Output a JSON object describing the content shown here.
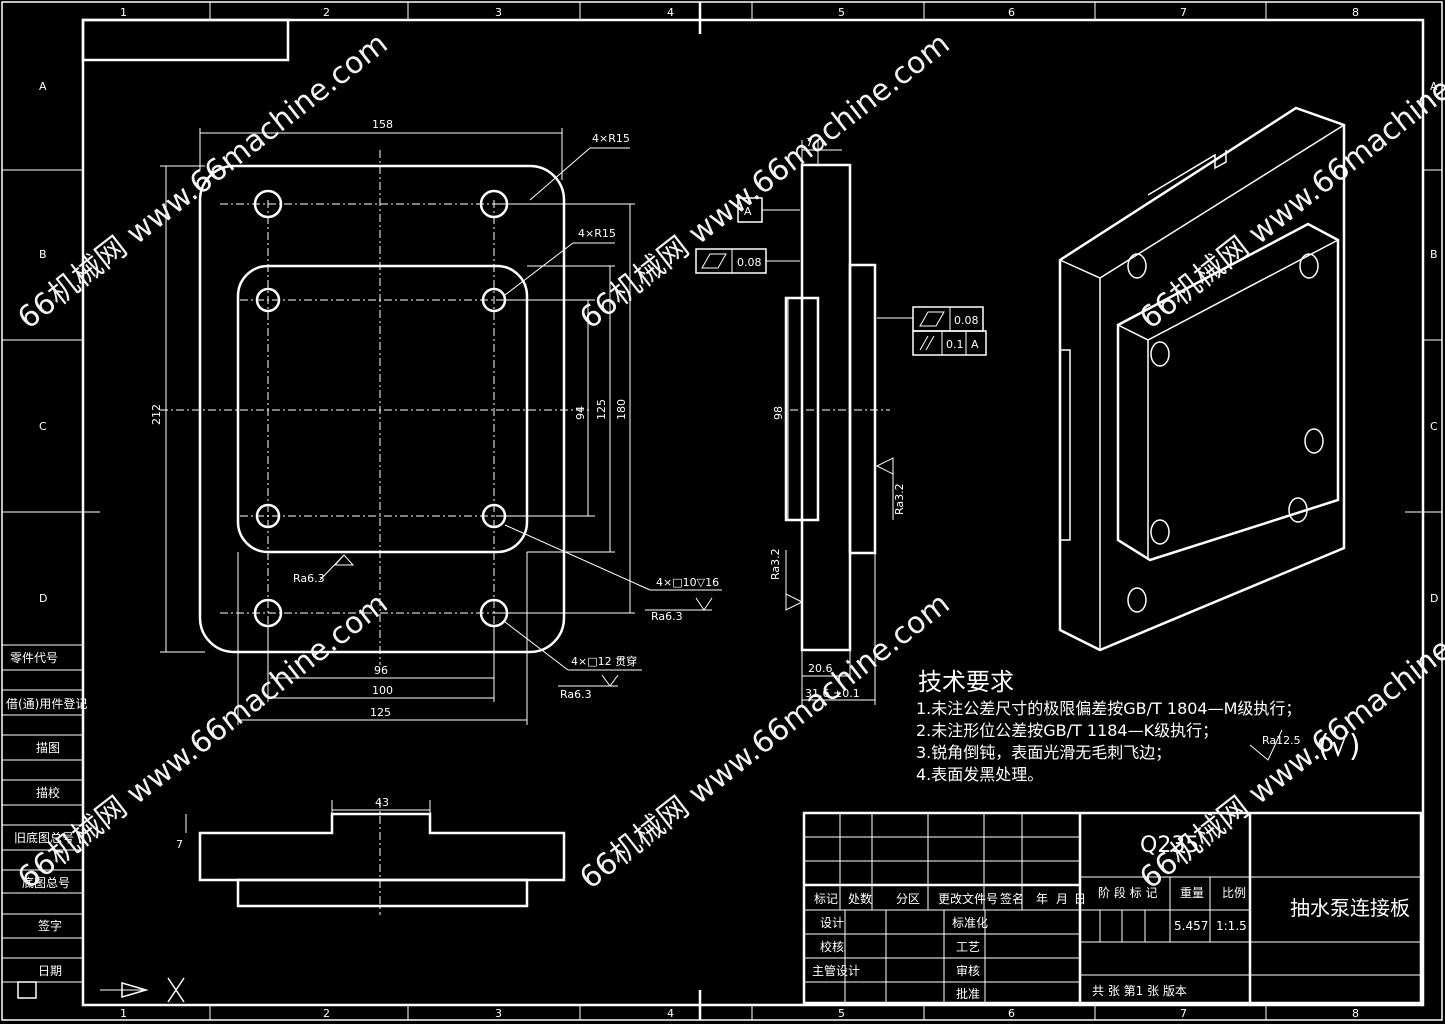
{
  "grid": {
    "columns": [
      "1",
      "2",
      "3",
      "4",
      "5",
      "6",
      "7",
      "8"
    ],
    "rows": [
      "A",
      "B",
      "C",
      "D"
    ]
  },
  "watermark": "66机械网 www.66machine.com",
  "dimensions": {
    "front": {
      "width_outer": "158",
      "holes_outer": "4×R15",
      "holes_inner": "4×R15",
      "height_outer": "212",
      "h94": "94",
      "h125": "125",
      "h180": "180",
      "w96": "96",
      "w100": "100",
      "w125": "125",
      "thread1": "4×□10▽16",
      "thread2": "4×□12 贯穿",
      "ra1": "Ra6.3",
      "ra2": "Ra6.3",
      "ra3": "Ra6.3"
    },
    "side": {
      "t7": "7",
      "datum": "A",
      "flat1": "0.08",
      "flat2": "0.08",
      "para": "0.1",
      "para_datum": "A",
      "h98": "98",
      "ra_right": "Ra3.2",
      "ra_left": "Ra3.2",
      "d20": "20.6",
      "d31": "31.6 ±0.1"
    },
    "bottom": {
      "w43": "43",
      "t7": "7"
    }
  },
  "tech_requirements": {
    "title": "技术要求",
    "items": [
      "1.未注公差尺寸的极限偏差按GB/T 1804—M级执行；",
      "2.未注形位公差按GB/T 1184—K级执行；",
      "3.锐角倒钝，表面光滑无毛刺飞边；",
      "4.表面发黑处理。"
    ],
    "roughness": "Ra12.5",
    "roughness_symbol": "(√)"
  },
  "left_sidebar": [
    "零件代号",
    "借(通)用件登记",
    "描图",
    "描校",
    "旧底图总号",
    "底图总号",
    "签字",
    "日期"
  ],
  "title_block": {
    "material": "Q235",
    "part_name": "抽水泵连接板",
    "headers": [
      "标记",
      "处数",
      "分区",
      "更改文件号",
      "签名",
      "年",
      "月",
      "日"
    ],
    "roles": [
      "设计",
      "校核",
      "主管设计"
    ],
    "roles_right": [
      "标准化",
      "工艺",
      "审核",
      "批准"
    ],
    "stage_headers": [
      "阶 段 标 记",
      "重量",
      "比例"
    ],
    "weight": "5.457",
    "scale": "1:1.5",
    "sheet_info": "共  张 第1 张  版本"
  }
}
